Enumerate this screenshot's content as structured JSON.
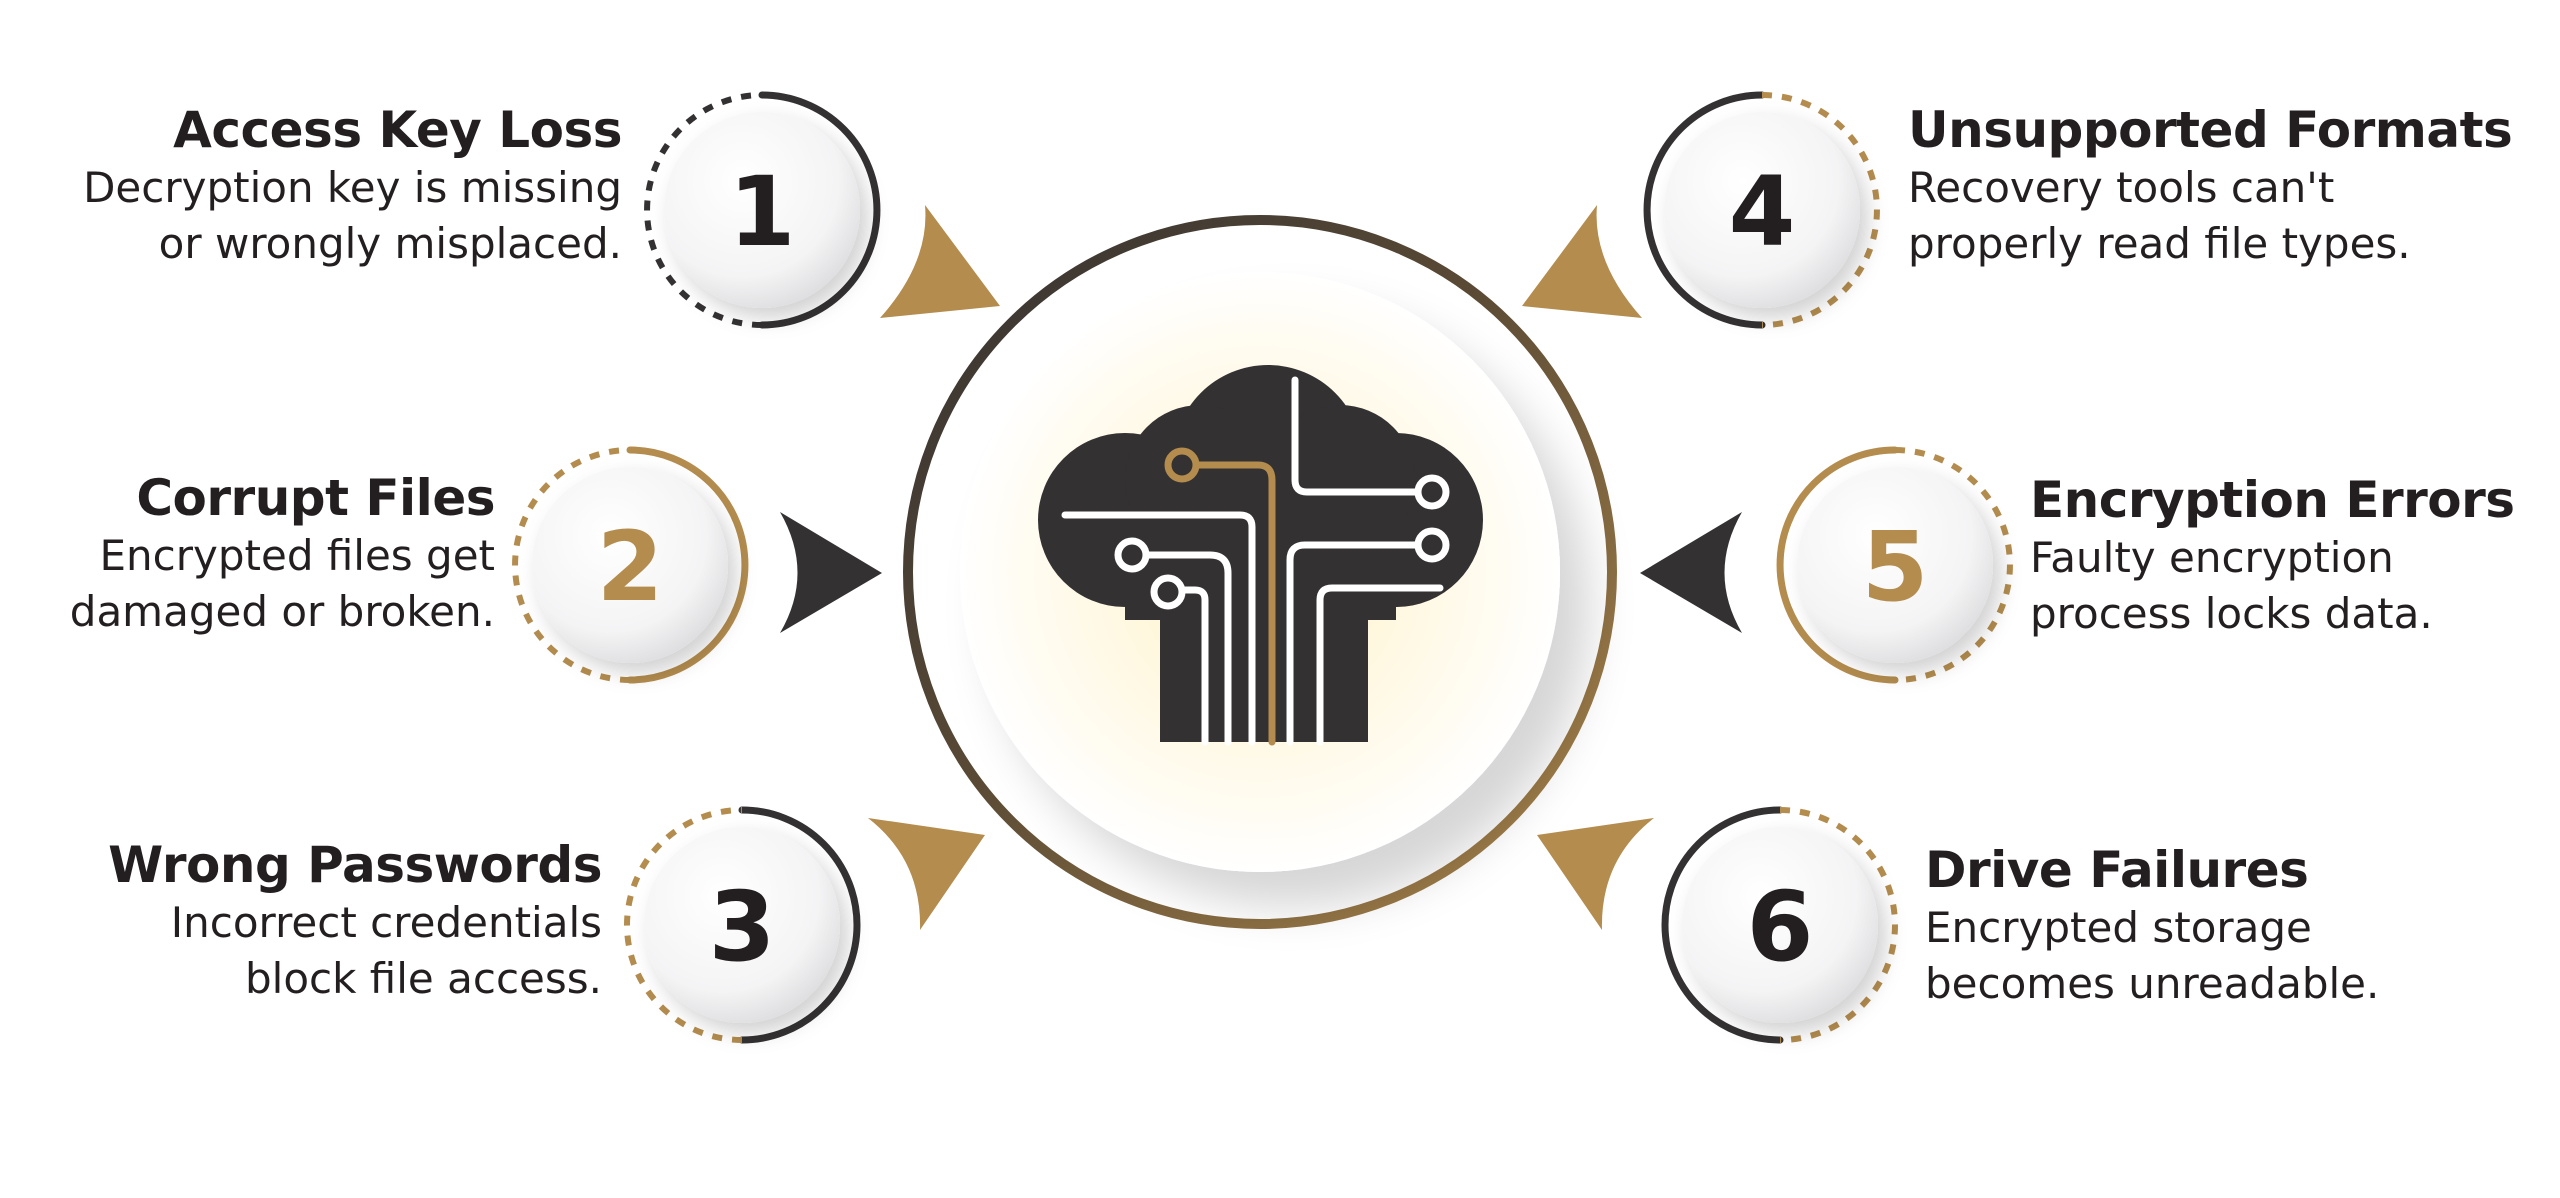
{
  "colors": {
    "dark": "#333132",
    "gold": "#b38c4e",
    "text": "#231f20"
  },
  "center": {
    "icon": "cloud-circuit-icon"
  },
  "items": [
    {
      "number": "1",
      "title": "Access Key Loss",
      "description_lines": [
        "Decryption key is missing",
        "or wrongly misplaced."
      ]
    },
    {
      "number": "2",
      "title": "Corrupt Files",
      "description_lines": [
        "Encrypted files get",
        "damaged or broken."
      ]
    },
    {
      "number": "3",
      "title": "Wrong Passwords",
      "description_lines": [
        "Incorrect credentials",
        "block file access."
      ]
    },
    {
      "number": "4",
      "title": "Unsupported Formats",
      "description_lines": [
        "Recovery tools can't",
        "properly read file types."
      ]
    },
    {
      "number": "5",
      "title": "Encryption Errors",
      "description_lines": [
        "Faulty encryption",
        "process locks data."
      ]
    },
    {
      "number": "6",
      "title": "Drive Failures",
      "description_lines": [
        "Encrypted storage",
        "becomes unreadable."
      ]
    }
  ]
}
